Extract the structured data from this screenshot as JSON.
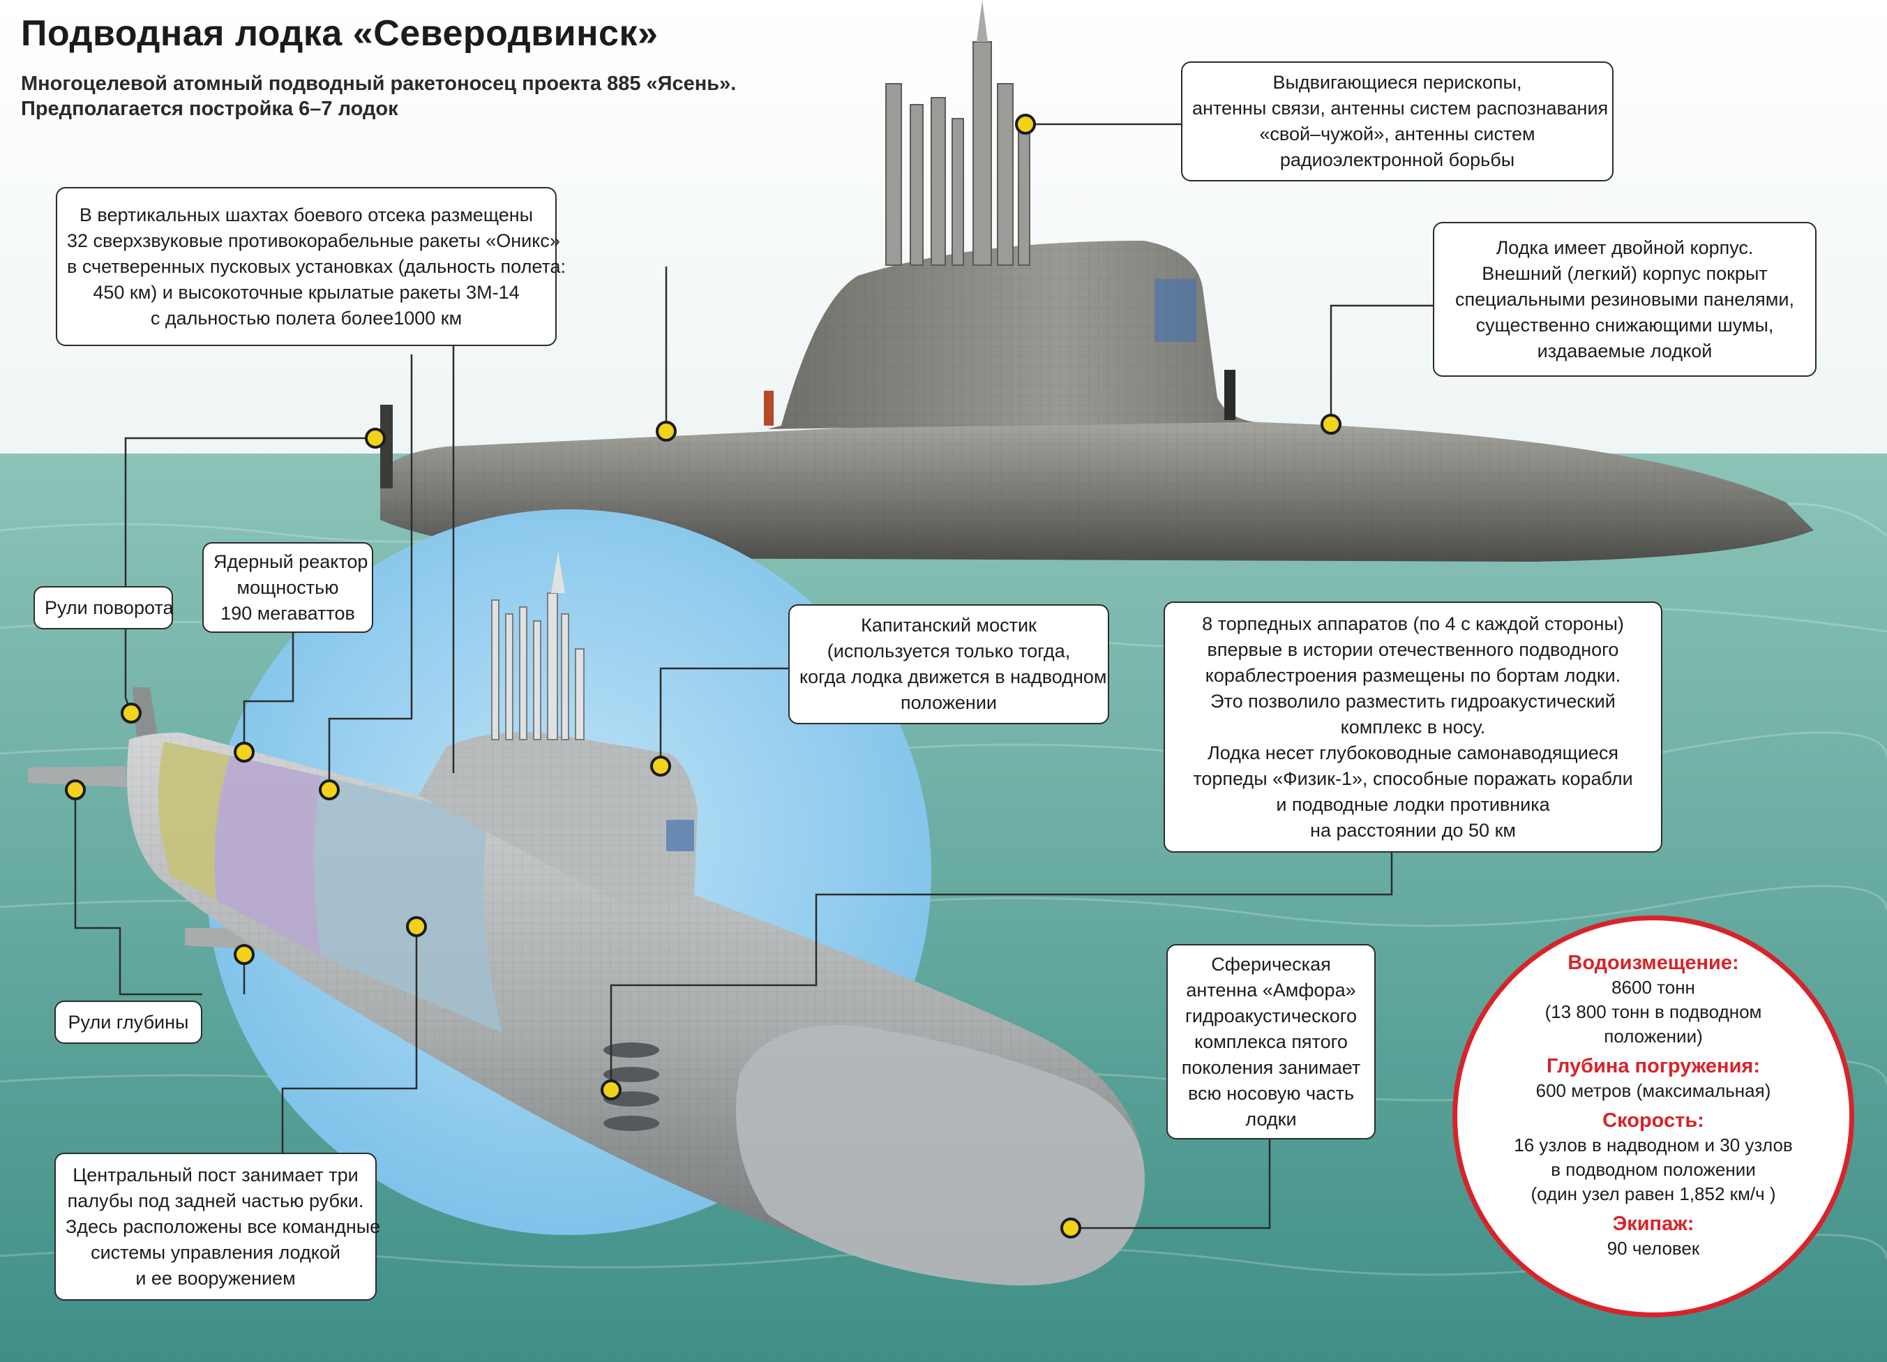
{
  "header": {
    "title": "Подводная лодка «Северодвинск»",
    "subtitle_lines": [
      "Многоцелевой атомный подводный ракетоносец проекта 885 «Ясень».",
      "Предполагается постройка 6–7 лодок"
    ]
  },
  "callouts": {
    "masts": {
      "lines": [
        "Выдвигающиеся перископы,",
        "антенны связи, антенны систем распознавания",
        "«свой–чужой», антенны систем",
        "радиоэлектронной борьбы"
      ]
    },
    "missiles": {
      "lines": [
        "В вертикальных шахтах боевого отсека размещены",
        "32 сверхзвуковые противокорабельные ракеты «Оникс»",
        "в счетверенных пусковых установках  (дальность полета:",
        "450 км)  и высокоточные крылатые ракеты 3М-14",
        "с дальностью полета более1000 км"
      ]
    },
    "hull": {
      "lines": [
        "Лодка имеет двойной корпус.",
        "Внешний (легкий) корпус покрыт",
        "специальными резиновыми панелями,",
        "существенно снижающими шумы,",
        "издаваемые лодкой"
      ]
    },
    "rudders": {
      "lines": [
        "Рули поворота"
      ]
    },
    "reactor": {
      "lines": [
        "Ядерный реактор",
        "мощностью",
        "190 мегаваттов"
      ]
    },
    "bridge": {
      "lines": [
        "Капитанский мостик",
        "(используется только тогда,",
        "когда лодка движется в надводном",
        "положении"
      ]
    },
    "torpedoes": {
      "lines": [
        "8 торпедных аппаратов (по 4 с каждой стороны)",
        "впервые в истории отечественного подводного",
        "кораблестроения размещены по бортам лодки.",
        "Это позволило разместить гидроакустический",
        "комплекс в носу.",
        "Лодка несет глубоководные самонаводящиеся",
        "торпеды «Физик-1», способные поражать корабли",
        "и подводные лодки противника",
        "на расстоянии до 50 км"
      ]
    },
    "planes": {
      "lines": [
        "Рули глубины"
      ]
    },
    "sonar": {
      "lines": [
        "Сферическая",
        "антенна «Амфора»",
        "гидроакустического",
        "комплекса пятого",
        "поколения занимает",
        "всю носовую часть",
        "лодки"
      ]
    },
    "control": {
      "lines": [
        "Центральный пост занимает три",
        "палубы под задней частью рубки.",
        "Здесь расположены все командные",
        "системы управления лодкой",
        "и ее вооружением"
      ]
    }
  },
  "specs": [
    {
      "heading": "Водоизмещение:",
      "lines": [
        "8600 тонн",
        "(13 800 тонн в подводном",
        "положении)"
      ]
    },
    {
      "heading": "Глубина погружения:",
      "lines": [
        "600 метров (максимальная)"
      ]
    },
    {
      "heading": "Скорость:",
      "lines": [
        "16 узлов в надводном и 30 узлов",
        "в подводном положении",
        "(один узел равен 1,852 км/ч )"
      ]
    },
    {
      "heading": "Экипаж:",
      "lines": [
        "90 человек"
      ]
    }
  ],
  "colors": {
    "accent_red": "#d8232a",
    "marker_yellow": "#f2d21a",
    "sea": "#6fb1a7",
    "circle_blue": "#8ccbee",
    "hull_gray": "#8f8f8a",
    "reactor_band": "#c7c27a",
    "compartment_purple": "#b8a9cf",
    "compartment_blue": "#a3bfcf"
  }
}
